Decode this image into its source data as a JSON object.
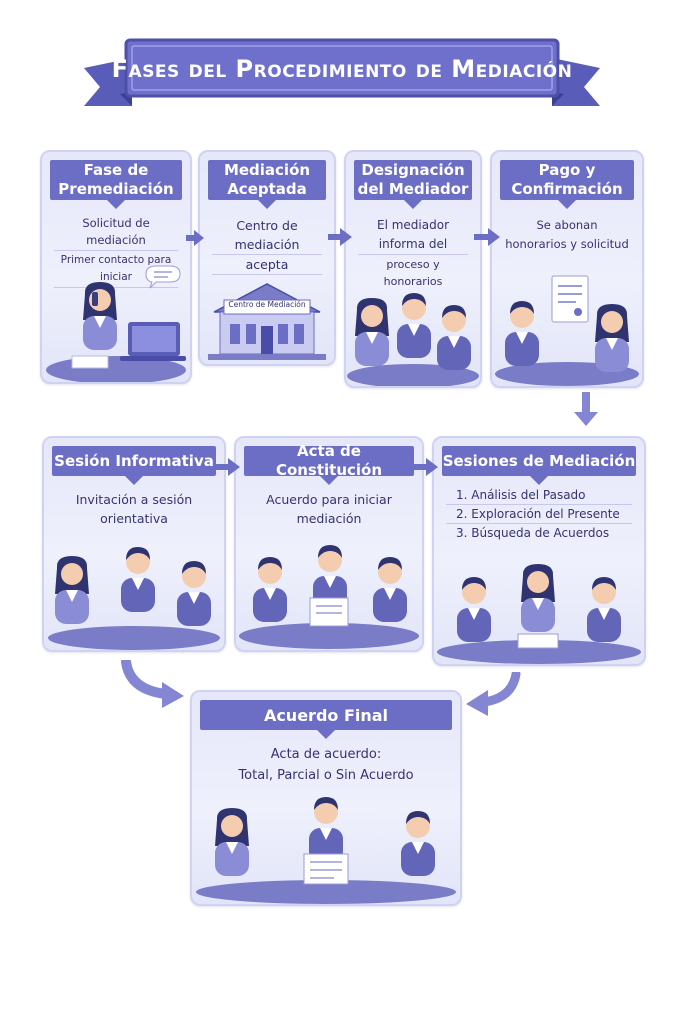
{
  "title": "Fases del Procedimiento de Mediación",
  "colors": {
    "primary": "#6c6ec6",
    "dark": "#4a4da8",
    "light": "#e6e8fa",
    "text": "#34346e"
  },
  "phases": [
    {
      "title": "Fase de Premediación",
      "lines": [
        "Solicitud de mediación",
        "Primer contacto para iniciar"
      ]
    },
    {
      "title": "Mediación Aceptada",
      "lines": [
        "Centro de",
        "mediación",
        "acepta"
      ],
      "building_label": "Centro de Mediación"
    },
    {
      "title": "Designación del Mediador",
      "lines": [
        "El mediador",
        "informa del",
        "proceso y honorarios"
      ]
    },
    {
      "title": "Pago y Confirmación",
      "lines": [
        "Se abonan",
        "honorarios y solicitud"
      ]
    },
    {
      "title": "Sesión Informativa",
      "lines": [
        "Invitación a sesión",
        "orientativa"
      ]
    },
    {
      "title": "Acta de Constitución",
      "lines": [
        "Acuerdo para iniciar",
        "mediación"
      ]
    },
    {
      "title": "Sesiones de Mediación",
      "lines": [
        "1. Análisis del Pasado",
        "2. Exploración del Presente",
        "3. Búsqueda de Acuerdos"
      ]
    },
    {
      "title": "Acuerdo Final",
      "lines": [
        "Acta de acuerdo:",
        "Total, Parcial o Sin Acuerdo"
      ]
    }
  ]
}
